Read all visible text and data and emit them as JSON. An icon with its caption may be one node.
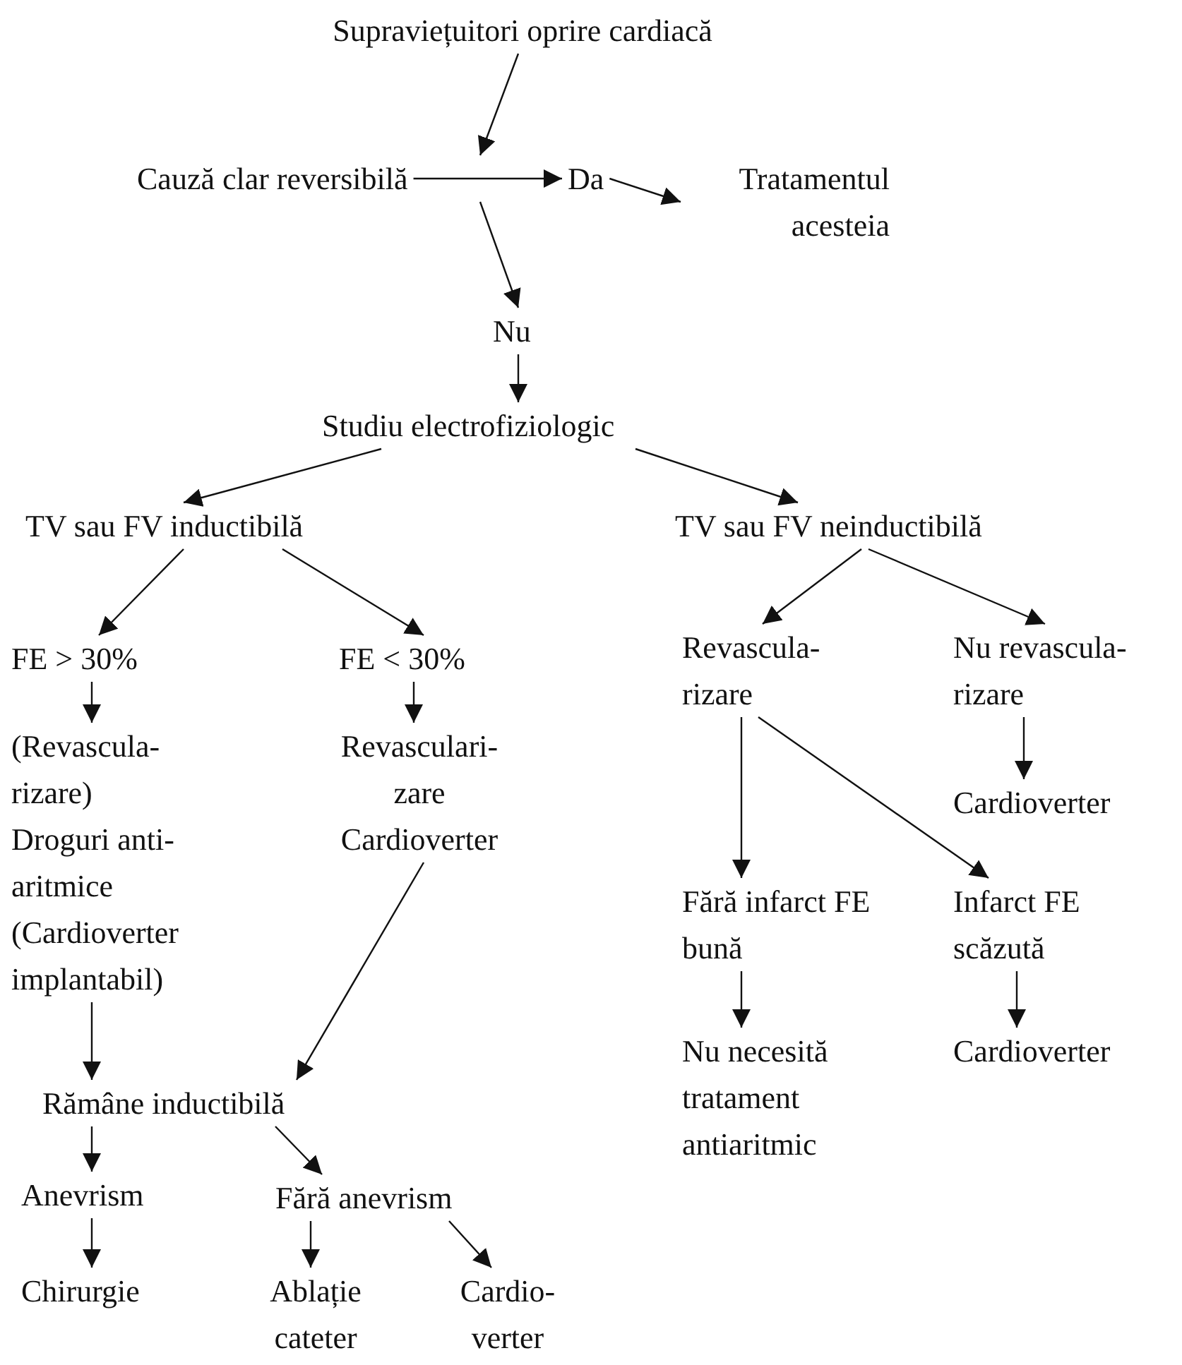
{
  "diagram": {
    "nodes": [
      {
        "text": [
          "Supraviețuitori oprire cardiacă"
        ]
      },
      {
        "text": [
          "Cauză clar reversibilă"
        ]
      },
      {
        "text": [
          "Da"
        ]
      },
      {
        "text": [
          "Tratamentul acesteia"
        ]
      },
      {
        "text": [
          "Nu"
        ]
      },
      {
        "text": [
          "Studiu electrofiziologic"
        ]
      },
      {
        "text": [
          "TV sau FV inductibilă"
        ]
      },
      {
        "text": [
          "TV sau FV neinductibilă"
        ]
      },
      {
        "text": [
          "FE > 30%"
        ]
      },
      {
        "text": [
          "FE < 30%"
        ]
      },
      {
        "text": [
          "(Revascula- rizare)",
          "Droguri anti- aritmice",
          "(Cardioverter implantabil)"
        ]
      },
      {
        "text": [
          "Revasculari- zare",
          "Cardioverter"
        ]
      },
      {
        "text": [
          "Revascula- rizare"
        ]
      },
      {
        "text": [
          "Nu revascula- rizare"
        ]
      },
      {
        "text": [
          "Cardioverter"
        ]
      },
      {
        "text": [
          "Fără infarct FE bună"
        ]
      },
      {
        "text": [
          "Infarct FE scăzută"
        ]
      },
      {
        "text": [
          "Nu necesită tratament antiaritmic"
        ]
      },
      {
        "text": [
          "Cardioverter"
        ]
      },
      {
        "text": [
          "Rămâne inductibilă"
        ]
      },
      {
        "text": [
          "Anevrism"
        ]
      },
      {
        "text": [
          "Fără anevrism"
        ]
      },
      {
        "text": [
          "Chirurgie"
        ]
      },
      {
        "text": [
          "Ablație cateter"
        ]
      },
      {
        "text": [
          "Cardio- verter"
        ]
      }
    ],
    "edges": [
      {
        "from": 0,
        "to": 1,
        "arrow": "to"
      },
      {
        "from": 1,
        "to": 2,
        "arrow": "to"
      },
      {
        "from": 2,
        "to": 3,
        "arrow": "to"
      },
      {
        "from": 1,
        "to": 4,
        "arrow": "to"
      },
      {
        "from": 4,
        "to": 5,
        "arrow": "to"
      },
      {
        "from": 5,
        "to": 6,
        "arrow": "to"
      },
      {
        "from": 5,
        "to": 7,
        "arrow": "to"
      },
      {
        "from": 6,
        "to": 8,
        "arrow": "to"
      },
      {
        "from": 6,
        "to": 9,
        "arrow": "to"
      },
      {
        "from": 8,
        "to": 10,
        "arrow": "to"
      },
      {
        "from": 9,
        "to": 11,
        "arrow": "to"
      },
      {
        "from": 7,
        "to": 12,
        "arrow": "to"
      },
      {
        "from": 7,
        "to": 13,
        "arrow": "to"
      },
      {
        "from": 13,
        "to": 14,
        "arrow": "to"
      },
      {
        "from": 12,
        "to": 15,
        "arrow": "to"
      },
      {
        "from": 12,
        "to": 16,
        "arrow": "to"
      },
      {
        "from": 15,
        "to": 17,
        "arrow": "to"
      },
      {
        "from": 16,
        "to": 18,
        "arrow": "to"
      },
      {
        "from": 10,
        "to": 19,
        "arrow": "to"
      },
      {
        "from": 11,
        "to": 19,
        "arrow": "to"
      },
      {
        "from": 19,
        "to": 20,
        "arrow": "to"
      },
      {
        "from": 19,
        "to": 21,
        "arrow": "to"
      },
      {
        "from": 20,
        "to": 22,
        "arrow": "to"
      },
      {
        "from": 21,
        "to": 23,
        "arrow": "to"
      },
      {
        "from": 21,
        "to": 24,
        "arrow": "to"
      }
    ]
  }
}
